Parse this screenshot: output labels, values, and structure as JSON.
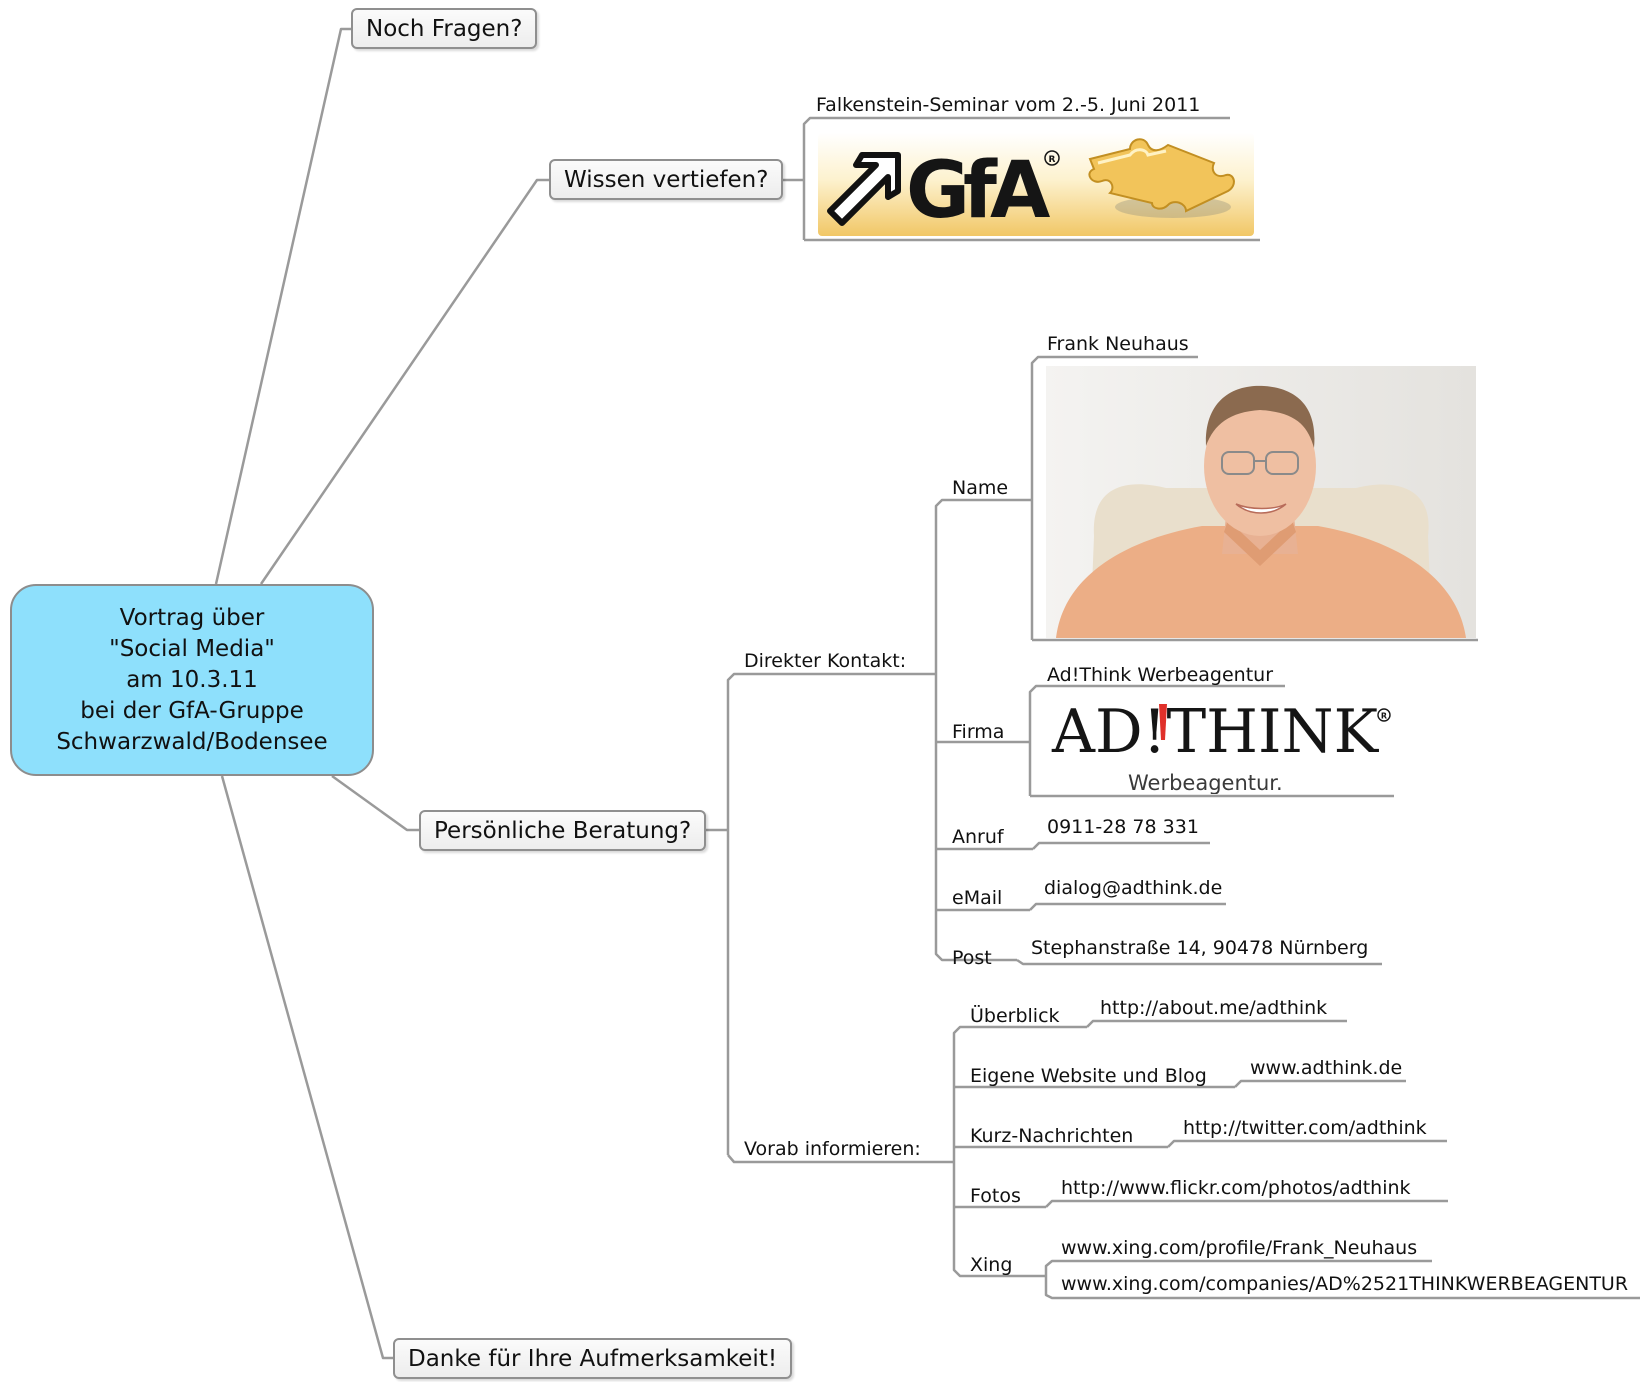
{
  "central": {
    "lines": [
      "Vortrag über",
      "\"Social Media\"",
      "am 10.3.11",
      "bei der GfA-Gruppe",
      "Schwarzwald/Bodensee"
    ]
  },
  "topics": {
    "noch_fragen": "Noch Fragen?",
    "wissen_vertiefen": "Wissen vertiefen?",
    "persoenliche_beratung": "Persönliche Beratung?",
    "danke": "Danke für Ihre Aufmerksamkeit!"
  },
  "seminar": {
    "label": "Falkenstein-Seminar vom 2.-5. Juni 2011",
    "logo_text": "GfA"
  },
  "direkter_kontakt": {
    "label": "Direkter Kontakt:",
    "name_label": "Name",
    "name_value": "Frank Neuhaus",
    "firma_label": "Firma",
    "firma_value": "Ad!Think Werbeagentur",
    "logo_wordmark": "AD!THINK",
    "logo_sub": "Werbeagentur.",
    "anruf_label": "Anruf",
    "anruf_value": "0911-28 78 331",
    "email_label": "eMail",
    "email_value": "dialog@adthink.de",
    "post_label": "Post",
    "post_value": "Stephanstraße 14, 90478 Nürnberg"
  },
  "vorab": {
    "label": "Vorab informieren:",
    "ueberblick_label": "Überblick",
    "ueberblick_value": "http://about.me/adthink",
    "website_label": "Eigene Website und Blog",
    "website_value": "www.adthink.de",
    "kurz_label": "Kurz-Nachrichten",
    "kurz_value": "http://twitter.com/adthink",
    "fotos_label": "Fotos",
    "fotos_value": "http://www.flickr.com/photos/adthink",
    "xing_label": "Xing",
    "xing_value_1": "www.xing.com/profile/Frank_Neuhaus",
    "xing_value_2": "www.xing.com/companies/AD%2521THINKWERBEAGENTUR"
  },
  "colors": {
    "central_fill": "#8ee0fc",
    "connector": "#9a9a9a",
    "gfa_gold": "#f1c766",
    "adthink_red": "#e0302a"
  }
}
